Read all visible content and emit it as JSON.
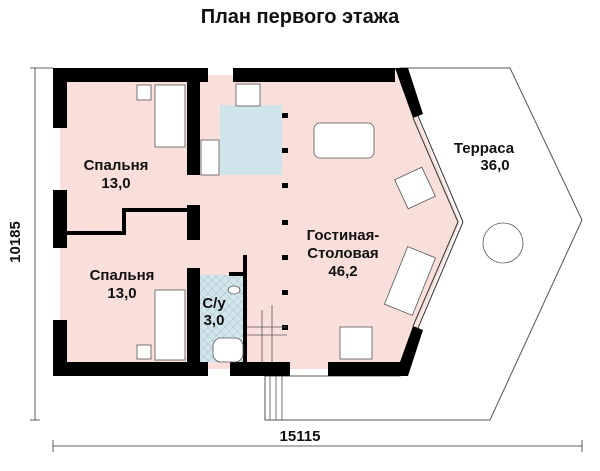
{
  "title": "План первого этажа",
  "rooms": [
    {
      "name": "Спальня",
      "area": "13,0"
    },
    {
      "name": "Спальня",
      "area": "13,0"
    },
    {
      "name": "С/у",
      "area": "3,0"
    },
    {
      "name": "Гостиная-",
      "name2": "Столовая",
      "area": "46,2"
    },
    {
      "name": "Терраса",
      "area": "36,0"
    }
  ],
  "dimensions": {
    "height": "10185",
    "width": "15115"
  },
  "colors": {
    "floor": "#f9dfd9",
    "kitchen": "#cfe3ea",
    "wall": "#000000"
  }
}
